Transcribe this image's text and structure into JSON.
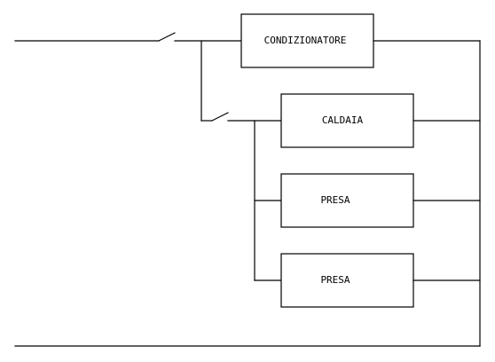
{
  "diagram": {
    "components": {
      "conditioner": "CONDIZIONATORE",
      "boiler": "CALDAIA",
      "socket_1": "PRESA",
      "socket_2": "PRESA"
    }
  }
}
